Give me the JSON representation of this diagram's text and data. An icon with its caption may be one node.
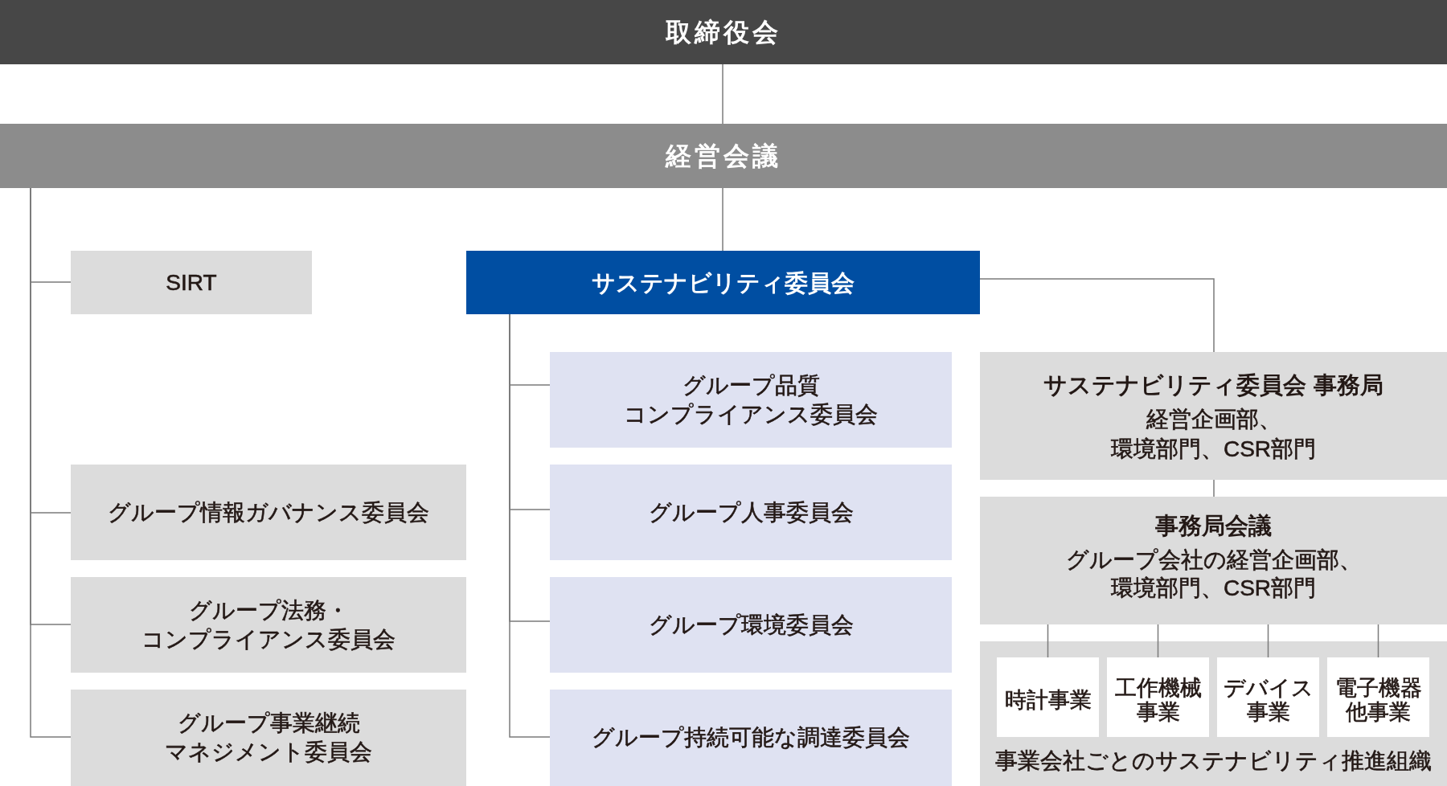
{
  "diagram": {
    "nodes": [
      {
        "text": [
          "取締役会"
        ]
      },
      {
        "text": [
          "経営会議"
        ]
      },
      {
        "text": [
          "SIRT"
        ]
      },
      {
        "text": [
          "グループ情報ガバナンス委員会"
        ]
      },
      {
        "text": [
          "グループ法務・コンプライアンス委員会"
        ]
      },
      {
        "text": [
          "グループ事業継続マネジメント委員会"
        ]
      },
      {
        "text": [
          "サステナビリティ委員会"
        ]
      },
      {
        "text": [
          "グループ品質コンプライアンス委員会"
        ]
      },
      {
        "text": [
          "グループ人事委員会"
        ]
      },
      {
        "text": [
          "グループ環境委員会"
        ]
      },
      {
        "text": [
          "グループ持続可能な調達委員会"
        ]
      },
      {
        "text": [
          "サステナビリティ委員会 事務局",
          "経営企画部、環境部門、CSR部門"
        ]
      },
      {
        "text": [
          "事務局会議",
          "グループ会社の経営企画部、環境部門、CSR部門"
        ]
      },
      {
        "text": [
          "事業会社ごとのサステナビリティ推進組織"
        ]
      },
      {
        "text": [
          "時計事業"
        ],
        "in": 13
      },
      {
        "text": [
          "工作機械事業"
        ],
        "in": 13
      },
      {
        "text": [
          "デバイス事業"
        ],
        "in": 13
      },
      {
        "text": [
          "電子機器他事業"
        ],
        "in": 13
      }
    ],
    "edges": [
      {
        "from": 0,
        "to": 1,
        "arrow": "none"
      },
      {
        "from": 1,
        "to": 2,
        "arrow": "none"
      },
      {
        "from": 1,
        "to": 3,
        "arrow": "none"
      },
      {
        "from": 1,
        "to": 4,
        "arrow": "none"
      },
      {
        "from": 1,
        "to": 5,
        "arrow": "none"
      },
      {
        "from": 1,
        "to": 6,
        "arrow": "none"
      },
      {
        "from": 6,
        "to": 7,
        "arrow": "none"
      },
      {
        "from": 6,
        "to": 8,
        "arrow": "none"
      },
      {
        "from": 6,
        "to": 9,
        "arrow": "none"
      },
      {
        "from": 6,
        "to": 10,
        "arrow": "none"
      },
      {
        "from": 6,
        "to": 11,
        "arrow": "none"
      },
      {
        "from": 11,
        "to": 12,
        "arrow": "none"
      },
      {
        "from": 12,
        "to": 14,
        "arrow": "none"
      },
      {
        "from": 12,
        "to": 15,
        "arrow": "none"
      },
      {
        "from": 12,
        "to": 16,
        "arrow": "none"
      },
      {
        "from": 12,
        "to": 17,
        "arrow": "none"
      }
    ]
  }
}
